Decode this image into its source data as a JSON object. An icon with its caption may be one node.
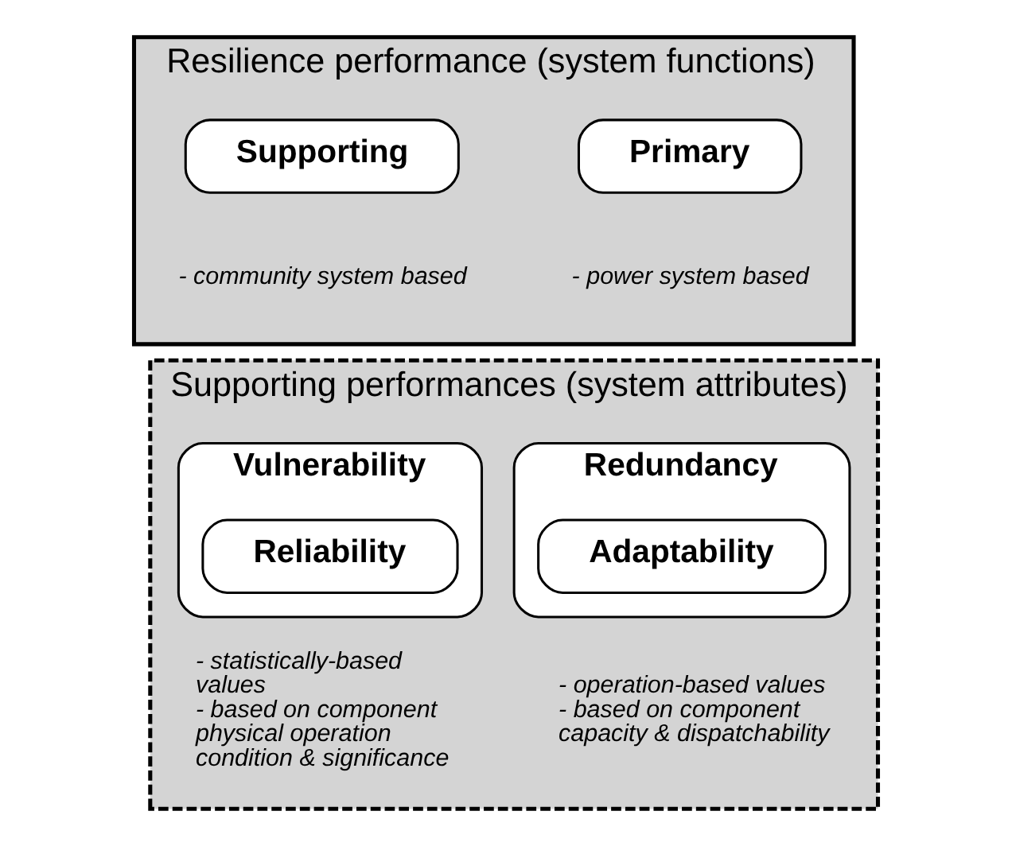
{
  "diagram": {
    "nodes": [
      {
        "text": [
          "Resilience performance (system functions)"
        ]
      },
      {
        "text": [
          "Primary"
        ],
        "in": 0,
        "beside": [
          "- power system based"
        ]
      },
      {
        "text": [
          "Supporting"
        ],
        "in": 0,
        "beside": [
          "- community system based"
        ]
      },
      {
        "text": [
          "Supporting performances (system attributes)"
        ]
      },
      {
        "text": [
          "Redundancy"
        ],
        "in": 3,
        "beside": [
          "- operation-based values",
          "- based on component capacity & dispatchability"
        ]
      },
      {
        "text": [
          "Adaptability"
        ],
        "in": 4
      },
      {
        "text": [
          "Vulnerability"
        ],
        "in": 3,
        "beside": [
          "- statistically-based values",
          "- based on component physical operation condition & significance"
        ]
      },
      {
        "text": [
          "Reliability"
        ],
        "in": 6
      }
    ]
  }
}
